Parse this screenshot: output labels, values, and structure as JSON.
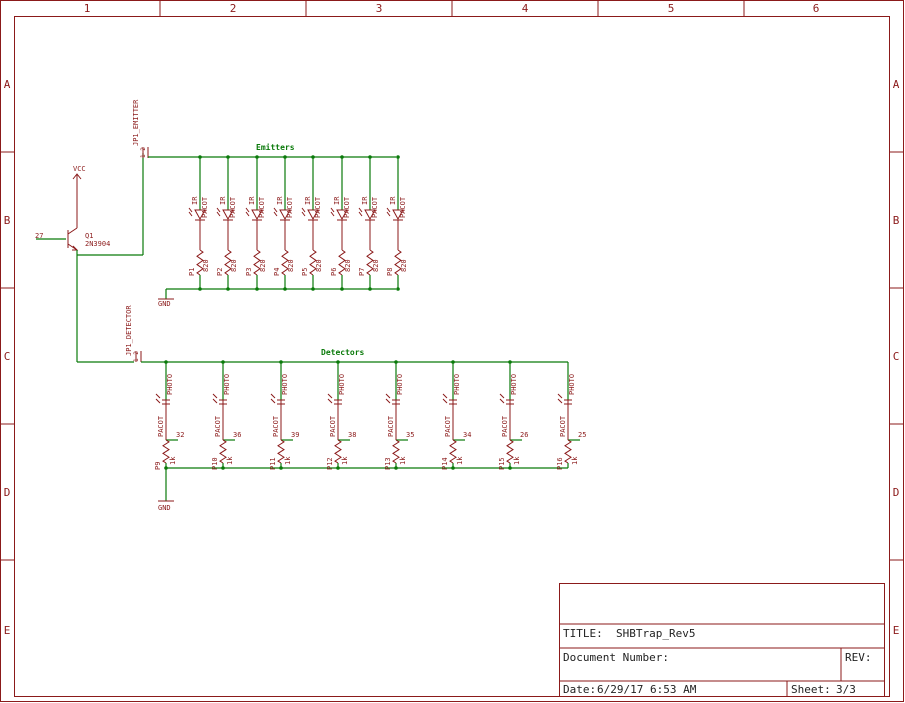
{
  "sheet": {
    "columns": [
      "1",
      "2",
      "3",
      "4",
      "5",
      "6"
    ],
    "rows": [
      "A",
      "B",
      "C",
      "D",
      "E"
    ]
  },
  "transistor": {
    "name": "Q1",
    "value": "2N3904",
    "base_net": "27",
    "supply": "VCC"
  },
  "emitter_connector": {
    "name": "JP1_EMITTER",
    "pins": "1 2"
  },
  "detector_connector": {
    "name": "JP1_DETECTOR",
    "pins": "1 2"
  },
  "nets": {
    "emitters": "Emitters",
    "detectors": "Detectors"
  },
  "grounds": [
    "GND",
    "GND"
  ],
  "emitter_channels": [
    {
      "led": "IR",
      "led_pkg": "PACOT",
      "res": "P1",
      "value": "820"
    },
    {
      "led": "IR",
      "led_pkg": "PACOT",
      "res": "P2",
      "value": "820"
    },
    {
      "led": "IR",
      "led_pkg": "PACOT",
      "res": "P3",
      "value": "820"
    },
    {
      "led": "IR",
      "led_pkg": "PACOT",
      "res": "P4",
      "value": "820"
    },
    {
      "led": "IR",
      "led_pkg": "PACOT",
      "res": "P5",
      "value": "820"
    },
    {
      "led": "IR",
      "led_pkg": "PACOT",
      "res": "P6",
      "value": "820"
    },
    {
      "led": "IR",
      "led_pkg": "PACOT",
      "res": "P7",
      "value": "820"
    },
    {
      "led": "IR",
      "led_pkg": "PACOT",
      "res": "P8",
      "value": "820"
    }
  ],
  "detector_channels": [
    {
      "sensor": "PHOTO",
      "sensor_pkg": "PACOT",
      "res": "P9",
      "value": "1k",
      "net": "32"
    },
    {
      "sensor": "PHOTO",
      "sensor_pkg": "PACOT",
      "res": "P10",
      "value": "1k",
      "net": "36"
    },
    {
      "sensor": "PHOTO",
      "sensor_pkg": "PACOT",
      "res": "P11",
      "value": "1k",
      "net": "39"
    },
    {
      "sensor": "PHOTO",
      "sensor_pkg": "PACOT",
      "res": "P12",
      "value": "1k",
      "net": "38"
    },
    {
      "sensor": "PHOTO",
      "sensor_pkg": "PACOT",
      "res": "P13",
      "value": "1k",
      "net": "35"
    },
    {
      "sensor": "PHOTO",
      "sensor_pkg": "PACOT",
      "res": "P14",
      "value": "1k",
      "net": "34"
    },
    {
      "sensor": "PHOTO",
      "sensor_pkg": "PACOT",
      "res": "P15",
      "value": "1k",
      "net": "26"
    },
    {
      "sensor": "PHOTO",
      "sensor_pkg": "PACOT",
      "res": "P16",
      "value": "1k",
      "net": "25"
    }
  ],
  "title_block": {
    "title_label": "TITLE:",
    "title": "SHBTrap_Rev5",
    "doc_label": "Document Number:",
    "rev_label": "REV:",
    "date_label": "Date:",
    "date": "6/29/17 6:53 AM",
    "sheet_label": "Sheet:",
    "sheet": "3/3"
  },
  "colors": {
    "frame": "#8b1a1a",
    "wire": "#0a7a0a",
    "text": "#222222"
  }
}
